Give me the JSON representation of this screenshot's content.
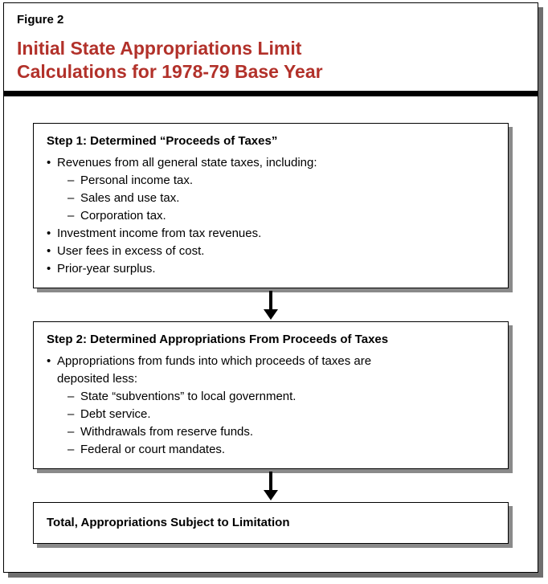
{
  "theme": {
    "accent": "#b2312a",
    "box_shadow": "#8a8a8a",
    "rule_color": "#000000"
  },
  "figure": {
    "label": "Figure 2",
    "title_lines": [
      "Initial State Appropriations Limit",
      "Calculations for 1978-79 Base Year"
    ]
  },
  "markers": {
    "dot": "•",
    "dash": "–"
  },
  "box1": {
    "heading": "Step 1: Determined “Proceeds of Taxes”",
    "items": [
      {
        "marker": "dot",
        "text": "Revenues from all general state taxes, including:"
      },
      {
        "marker": "dash",
        "text": "Personal income tax."
      },
      {
        "marker": "dash",
        "text": "Sales and use tax."
      },
      {
        "marker": "dash",
        "text": "Corporation tax."
      },
      {
        "marker": "dot",
        "text": "Investment income from tax revenues."
      },
      {
        "marker": "dot",
        "text": "User fees in excess of cost."
      },
      {
        "marker": "dot",
        "text": "Prior-year surplus."
      }
    ]
  },
  "box2": {
    "heading": "Step 2: Determined Appropriations From Proceeds of Taxes",
    "items": [
      {
        "marker": "dot",
        "text": "Appropriations from funds into which proceeds of taxes are"
      },
      {
        "marker": "none",
        "text": "deposited less:"
      },
      {
        "marker": "dash",
        "text": "State “subventions” to local government."
      },
      {
        "marker": "dash",
        "text": "Debt service."
      },
      {
        "marker": "dash",
        "text": "Withdrawals from reserve funds."
      },
      {
        "marker": "dash",
        "text": "Federal or court mandates."
      }
    ]
  },
  "box3": {
    "heading": "Total, Appropriations Subject to Limitation"
  }
}
